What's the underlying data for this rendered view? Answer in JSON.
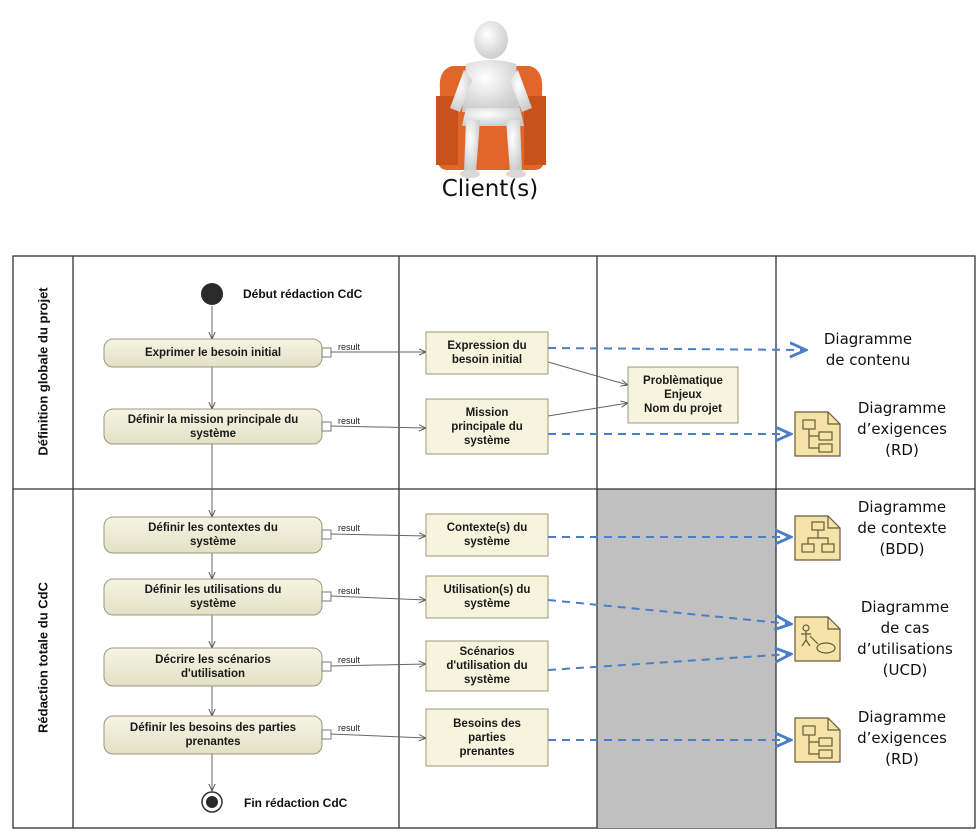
{
  "header": {
    "title": "Client(s)",
    "image": "seated-person-armchair-icon"
  },
  "lanes": [
    {
      "label": "Définition globale du projet"
    },
    {
      "label": "Rédaction totale du CdC"
    }
  ],
  "start_node": {
    "label": "Début rédaction CdC"
  },
  "end_node": {
    "label": "Fin rédaction CdC"
  },
  "activities": [
    {
      "label": "Exprimer le besoin initial",
      "result": "result"
    },
    {
      "label": "Définir la mission principale du\nsystème",
      "result": "result"
    },
    {
      "label": "Définir les contextes du\nsystème",
      "result": "result"
    },
    {
      "label": "Définir les utilisations du\nsystème",
      "result": "result"
    },
    {
      "label": "Décrire les scénarios\nd'utilisation",
      "result": "result"
    },
    {
      "label": "Définir les besoins des parties\nprenantes",
      "result": "result"
    }
  ],
  "objects": [
    {
      "label": "Expression du\nbesoin initial"
    },
    {
      "label": "Mission\nprincipale du\nsystème"
    },
    {
      "label": "Contexte(s) du\nsystème"
    },
    {
      "label": "Utilisation(s) du\nsystème"
    },
    {
      "label": "Scénarios\nd'utilisation du\nsystème"
    },
    {
      "label": "Besoins des\nparties\nprenantes"
    }
  ],
  "synthesis": {
    "label": "Problèmatique\nEnjeux\nNom du projet"
  },
  "outputs": [
    {
      "label": "Diagramme\nde contenu",
      "icon": "none"
    },
    {
      "label": "Diagramme\nd’exigences\n(RD)",
      "icon": "requirements-diagram-icon"
    },
    {
      "label": "Diagramme\nde contexte\n(BDD)",
      "icon": "block-definition-diagram-icon"
    },
    {
      "label": "Diagramme\nde cas\nd’utilisations\n(UCD)",
      "icon": "use-case-diagram-icon"
    },
    {
      "label": "Diagramme\nd’exigences\n(RD)",
      "icon": "requirements-diagram-icon"
    }
  ],
  "colors": {
    "activity_fill": "#ecebd4",
    "activity_border": "#9c9878",
    "object_fill": "#f6f4dc",
    "gray_column": "#c0c0c0",
    "dashed_arrow": "#4a7ec8",
    "armchair": "#e0662a"
  }
}
